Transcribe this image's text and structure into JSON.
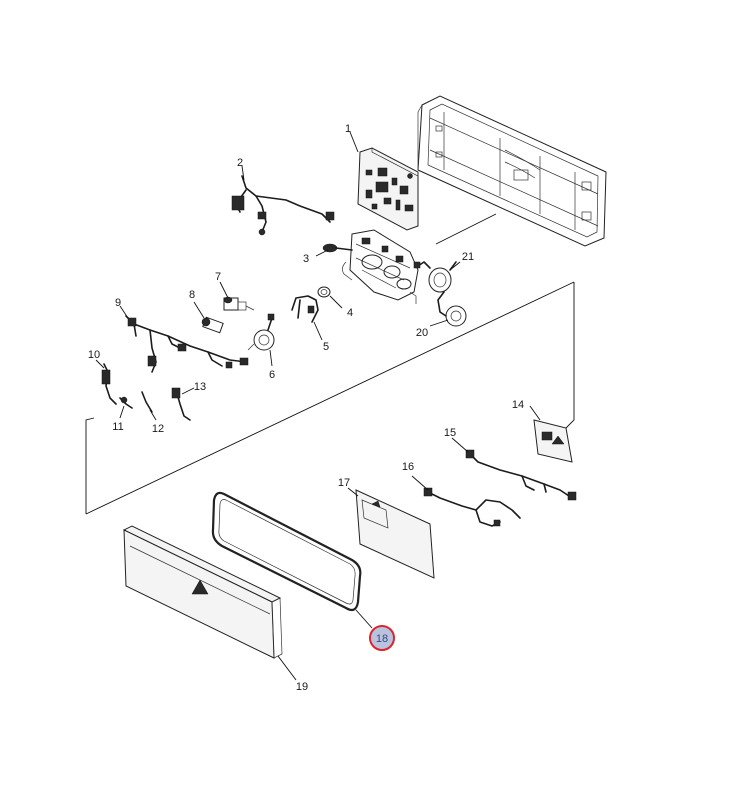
{
  "diagram": {
    "callouts": [
      {
        "id": "1",
        "label": "1"
      },
      {
        "id": "2",
        "label": "2"
      },
      {
        "id": "3",
        "label": "3"
      },
      {
        "id": "4",
        "label": "4"
      },
      {
        "id": "5",
        "label": "5"
      },
      {
        "id": "6",
        "label": "6"
      },
      {
        "id": "7",
        "label": "7"
      },
      {
        "id": "8",
        "label": "8"
      },
      {
        "id": "9",
        "label": "9"
      },
      {
        "id": "10",
        "label": "10"
      },
      {
        "id": "11",
        "label": "11"
      },
      {
        "id": "12",
        "label": "12"
      },
      {
        "id": "13",
        "label": "13"
      },
      {
        "id": "14",
        "label": "14"
      },
      {
        "id": "15",
        "label": "15"
      },
      {
        "id": "16",
        "label": "16"
      },
      {
        "id": "17",
        "label": "17"
      },
      {
        "id": "18",
        "label": "18"
      },
      {
        "id": "19",
        "label": "19"
      },
      {
        "id": "20",
        "label": "20"
      },
      {
        "id": "21",
        "label": "21"
      }
    ],
    "highlighted_callout": "18",
    "colors": {
      "line": "#222222",
      "highlight_ring": "#d9262c",
      "highlight_fill": "#b9c3e0"
    }
  }
}
